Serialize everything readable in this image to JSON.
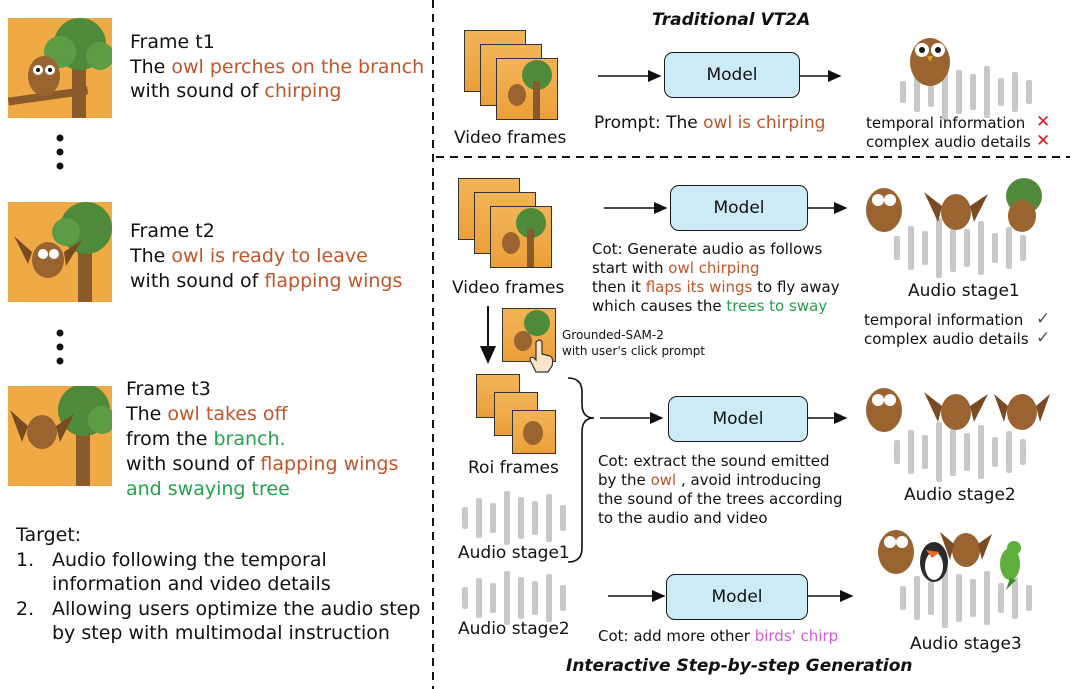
{
  "left": {
    "frames": [
      {
        "title": "Frame t1",
        "l1_pre": "The ",
        "l1_hl": "owl perches on the branch",
        "l2_pre": "with sound of ",
        "l2_hl": "chirping"
      },
      {
        "title": "Frame t2",
        "l1_pre": "The ",
        "l1_hl": "owl is ready to leave",
        "l2_pre": "with sound of ",
        "l2_hl": "flapping wings"
      },
      {
        "title": "Frame t3",
        "l1_pre": "The ",
        "l1_hl": "owl takes off",
        "l2_pre": "from the ",
        "l2_hl": "branch.",
        "l3_pre": "with sound of ",
        "l3_hl": "flapping wings",
        "l4_hl": "and swaying tree"
      }
    ],
    "target_title": "Target:",
    "targets": [
      {
        "num": "1.",
        "line1": "Audio following the temporal",
        "line2": "information and video details"
      },
      {
        "num": "2.",
        "line1": "Allowing users optimize the audio step",
        "line2": "by step with multimodal instruction"
      }
    ]
  },
  "traditional": {
    "title": "Traditional VT2A",
    "video_label": "Video frames",
    "model_label": "Model",
    "prompt_pre": "Prompt: The ",
    "prompt_hl": "owl is chirping",
    "check1": "temporal information",
    "check2": "complex audio details",
    "mark": "✕"
  },
  "interactive": {
    "title": "Interactive Step-by-step Generation",
    "video_label": "Video frames",
    "sam_line1": "Grounded-SAM-2",
    "sam_line2": "with user's click prompt",
    "roi_label": "Roi frames",
    "audio_stage1": "Audio stage1",
    "audio_stage2": "Audio stage2",
    "audio_stage3": "Audio stage3",
    "model_label": "Model",
    "cot1": {
      "l1": "Cot: Generate audio as follows",
      "l2_pre": "start with ",
      "l2_hl": "owl chirping",
      "l3_pre": "then it ",
      "l3_hl": "flaps its wings",
      "l3_post": " to fly away",
      "l4_pre": "which  causes the ",
      "l4_hl": "trees to sway"
    },
    "check1": "temporal information",
    "check2": "complex audio details",
    "checkmark": "✓",
    "cot2": {
      "l1": "Cot: extract the sound emitted",
      "l2_pre": "by the ",
      "l2_hl": "owl",
      "l2_post": " , avoid introducing",
      "l3": "the sound of the trees according",
      "l4": "to the audio and video"
    },
    "cot3_pre": "Cot: add more other ",
    "cot3_hl": "birds' chirp"
  },
  "colors": {
    "highlight_orange": "#c0562a",
    "highlight_green": "#22a34a",
    "highlight_pink": "#d55ad2",
    "model_fill": "#cdebf7",
    "cross_red": "#e01b1b"
  }
}
